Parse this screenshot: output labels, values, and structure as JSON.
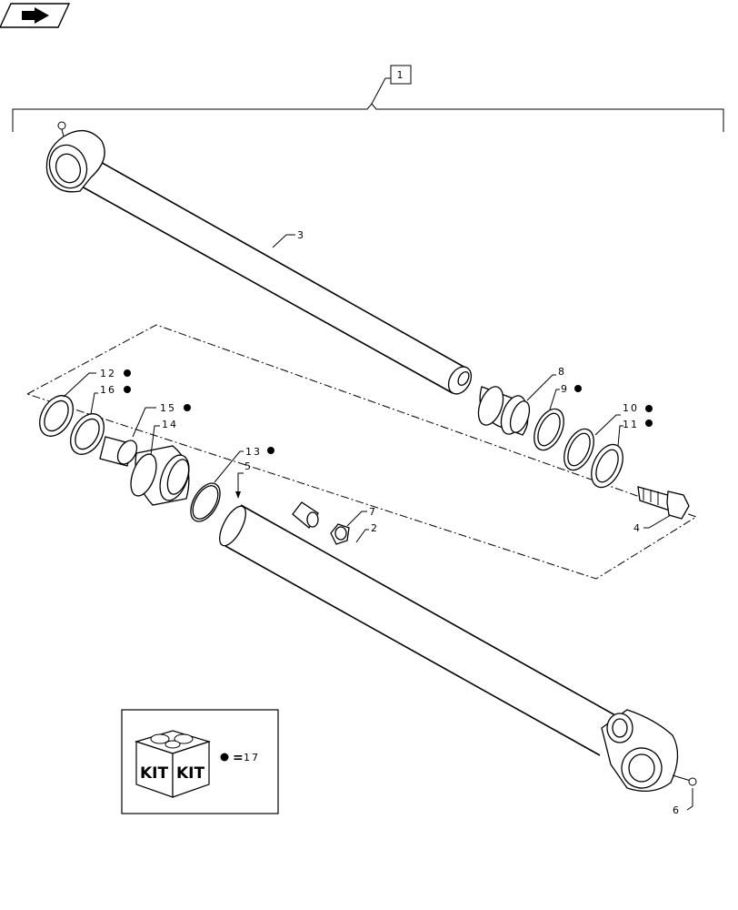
{
  "callouts": {
    "c1": "1",
    "c2": "2",
    "c3": "3",
    "c4": "4",
    "c5": "5",
    "c6": "6",
    "c7": "7",
    "c8": "8",
    "c9": "9",
    "c10": "10",
    "c11": "11",
    "c12": "12",
    "c13": "13",
    "c14": "14",
    "c15": "15",
    "c16": "16"
  },
  "legend": {
    "kit_label_left": "KIT",
    "kit_label_right": "KIT",
    "equals": "=",
    "kit_ref": "17"
  },
  "icons": {
    "nav": "back-arrow-icon",
    "kit_marker": "kit-dot-icon",
    "kit_box": "kit-box-icon"
  }
}
